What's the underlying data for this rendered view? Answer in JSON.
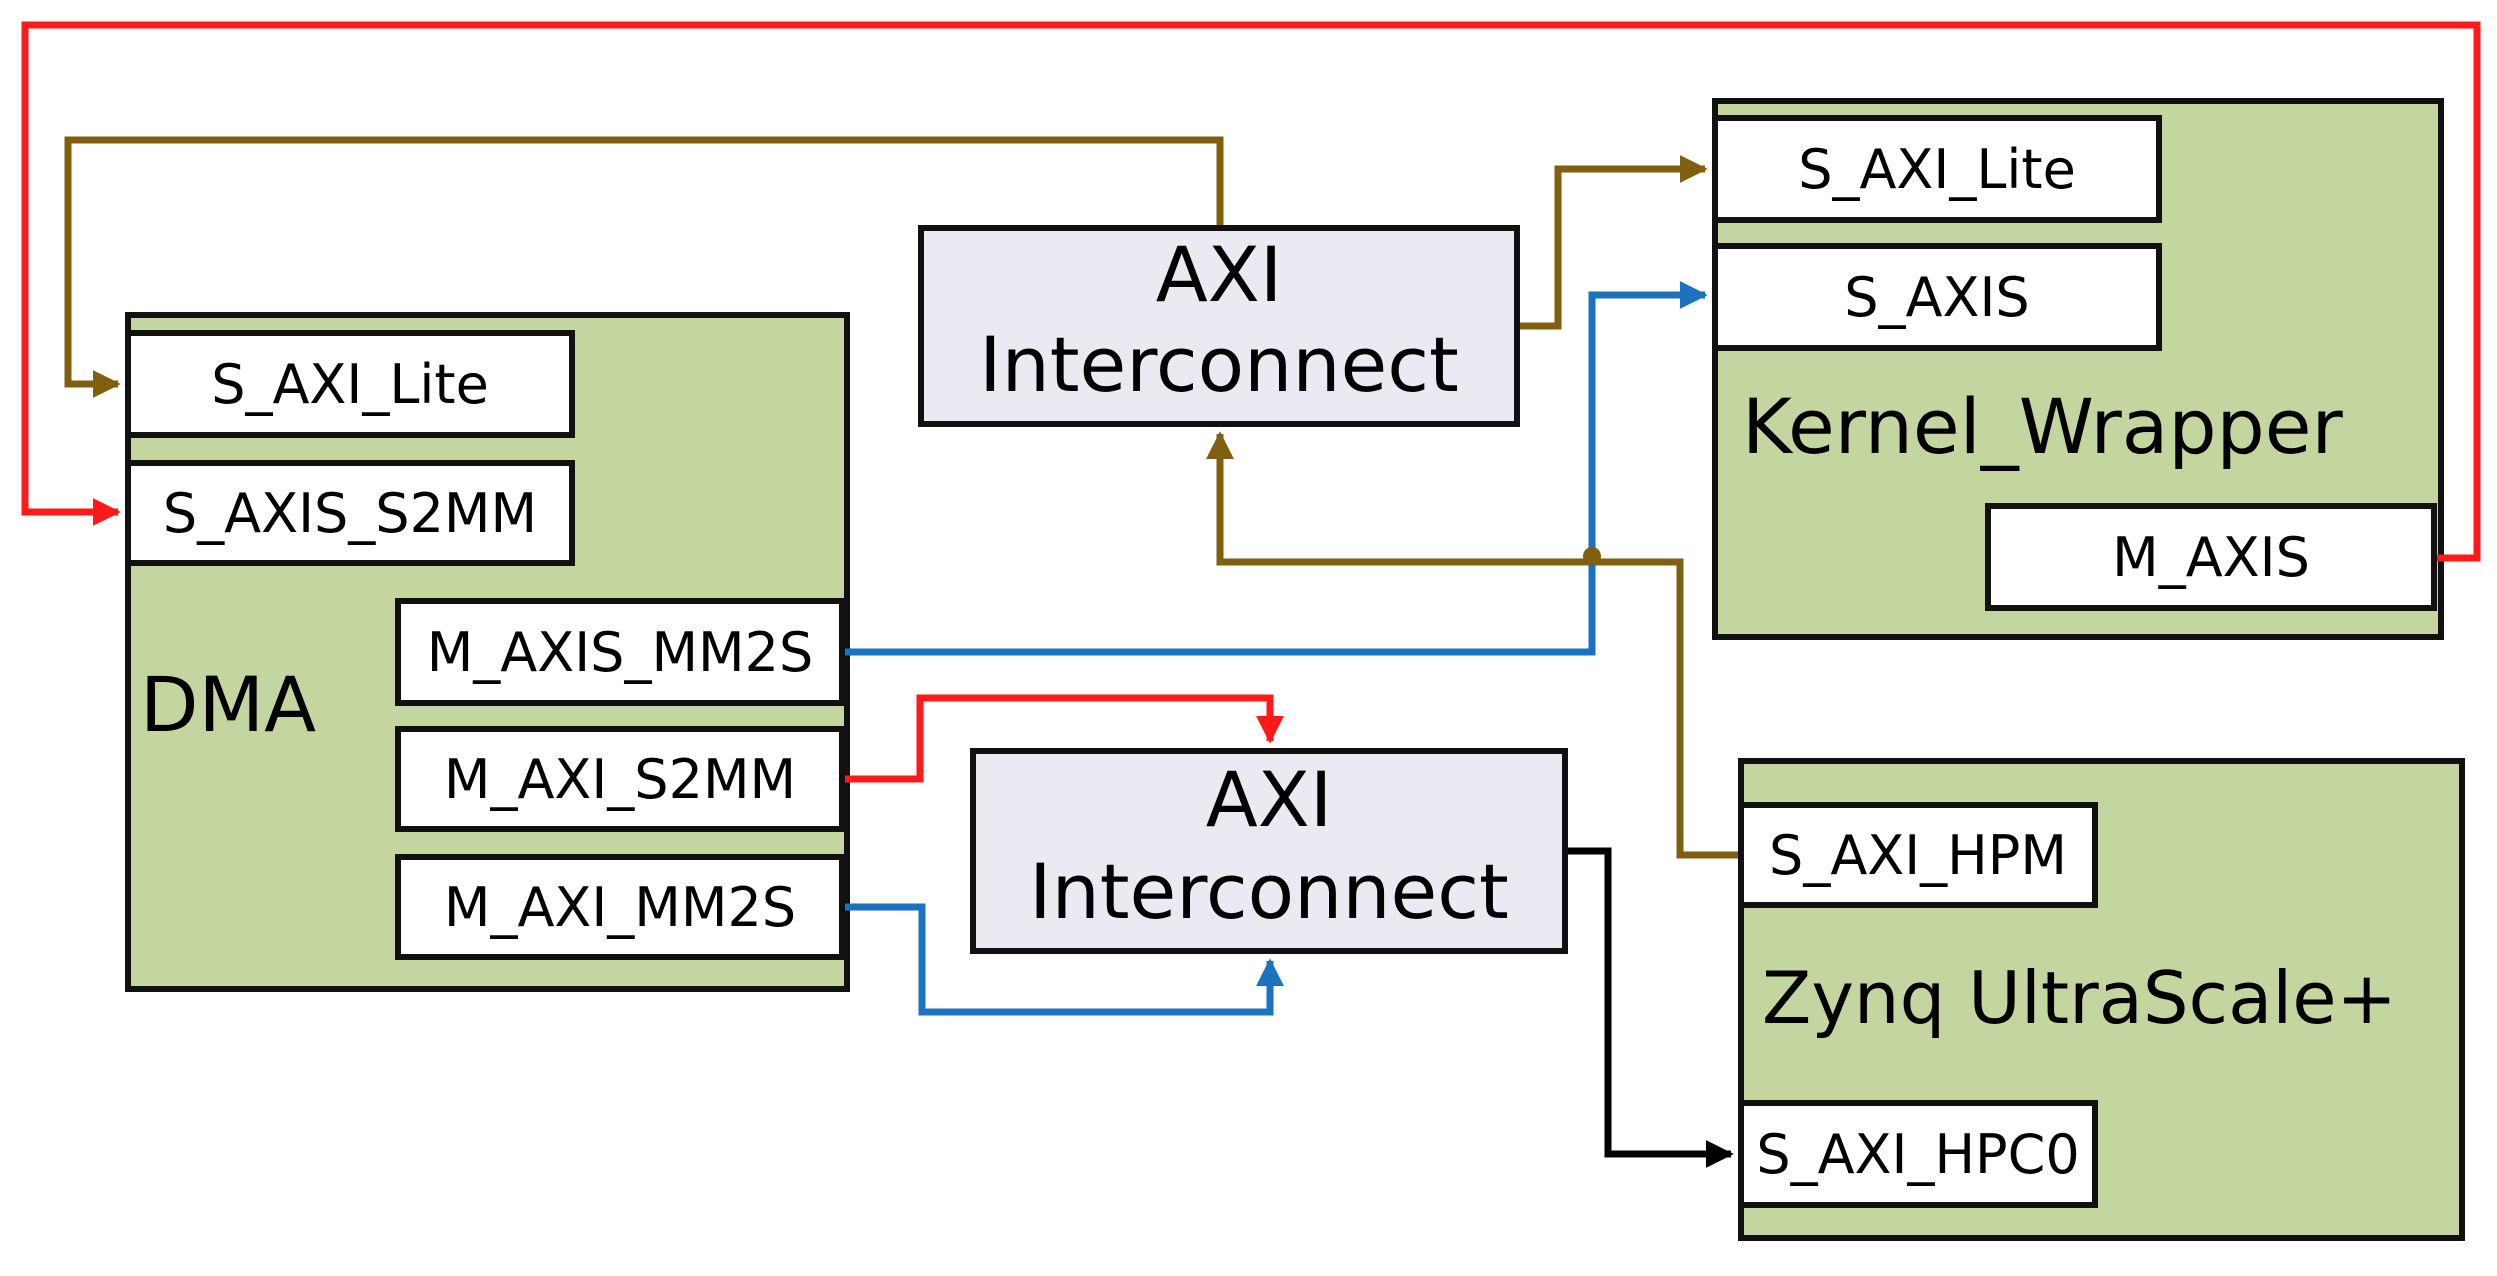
{
  "colors": {
    "block_fill": "#c4d6a0",
    "interconnect_fill": "#ebe9f1",
    "wire_red": "#ff1a1a",
    "wire_blue": "#1a72c0",
    "wire_brown": "#806010",
    "wire_black": "#000000"
  },
  "dma": {
    "title": "DMA",
    "ports": {
      "s_axi_lite": "S_AXI_Lite",
      "s_axis_s2mm": "S_AXIS_S2MM",
      "m_axis_mm2s": "M_AXIS_MM2S",
      "m_axi_s2mm": "M_AXI_S2MM",
      "m_axi_mm2s": "M_AXI_MM2S"
    }
  },
  "interconnect_top": {
    "line1": "AXI",
    "line2": "Interconnect"
  },
  "interconnect_bottom": {
    "line1": "AXI",
    "line2": "Interconnect"
  },
  "kernel": {
    "title": "Kernel_Wrapper",
    "ports": {
      "s_axi_lite": "S_AXI_Lite",
      "s_axis": "S_AXIS",
      "m_axis": "M_AXIS"
    }
  },
  "zynq": {
    "title": "Zynq UltraScale+",
    "ports": {
      "s_axi_hpm": "S_AXI_HPM",
      "s_axi_hpc0": "S_AXI_HPC0"
    }
  }
}
